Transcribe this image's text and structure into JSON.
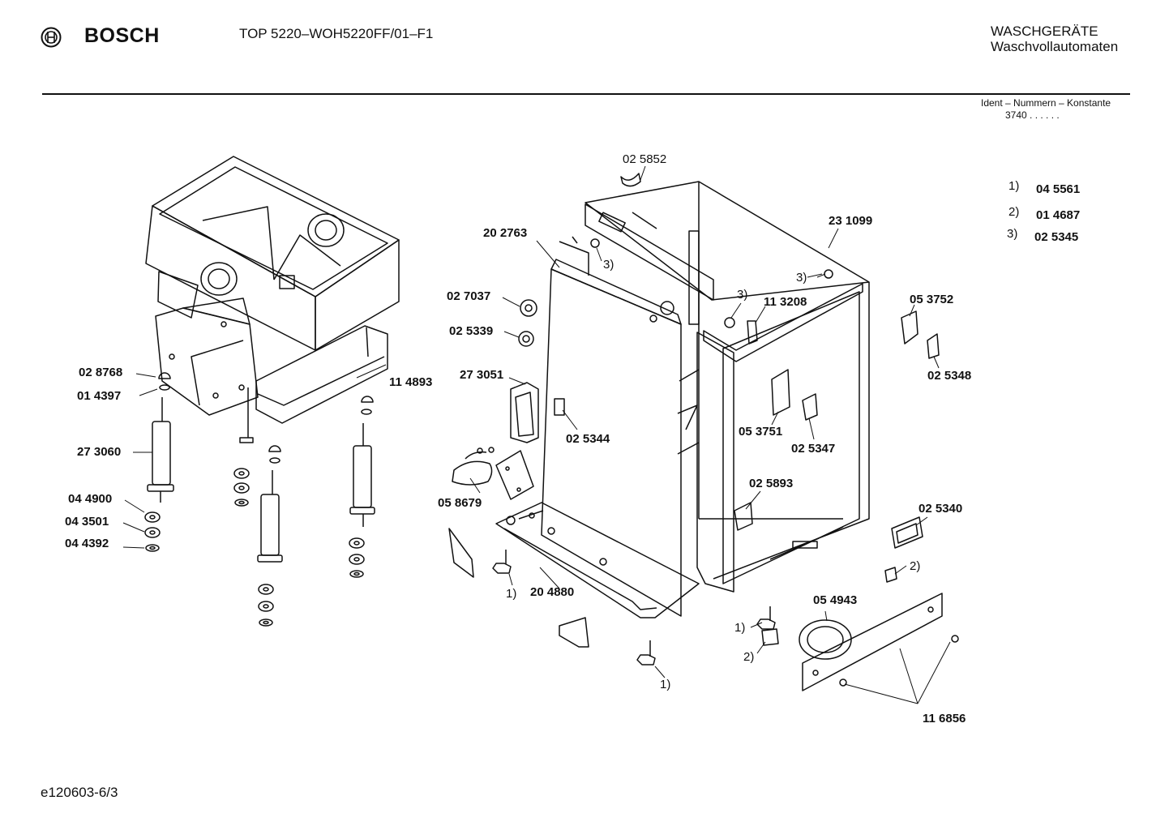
{
  "header": {
    "brand": "BOSCH",
    "model": "TOP 5220–WOH5220FF/01–F1",
    "category_line1": "WASCHGERÄTE",
    "category_line2": "Waschvollautomaten",
    "ident_label": "Ident – Nummern – Konstante",
    "ident_value": "3740 . .  . . . ."
  },
  "legend": [
    {
      "key": "1)",
      "part": "04 5561"
    },
    {
      "key": "2)",
      "part": "01 4687"
    },
    {
      "key": "3)",
      "part": "02 5345"
    }
  ],
  "labels": {
    "p025852": "02 5852",
    "p202763": "20 2763",
    "p231099": "23 1099",
    "p027037": "02 7037",
    "p025339": "02 5339",
    "p113208": "11 3208",
    "p053752": "05 3752",
    "p025348": "02 5348",
    "p273051": "27 3051",
    "p025344": "02 5344",
    "p053751": "05 3751",
    "p025347": "02 5347",
    "p028768": "02 8768",
    "p014397": "01 4397",
    "p114893": "11 4893",
    "p273060": "27 3060",
    "p044900": "04 4900",
    "p043501": "04 3501",
    "p044392": "04 4392",
    "p058679": "05 8679",
    "p025893": "02 5893",
    "p025340": "02 5340",
    "p204880": "20 4880",
    "p054943": "05 4943",
    "p116856": "11 6856",
    "ref_1": "1)",
    "ref_2": "2)",
    "ref_3": "3)"
  },
  "footer": {
    "drawing_code": "e120603-6/3"
  }
}
